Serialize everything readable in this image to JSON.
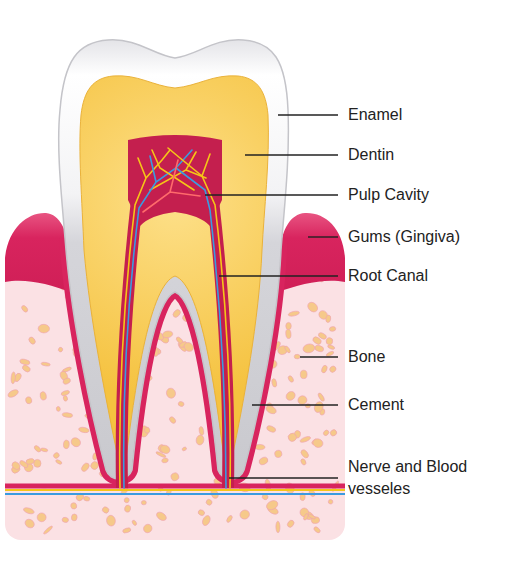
{
  "diagram": {
    "labels": [
      "Enamel",
      "Dentin",
      "Pulp Cavity",
      "Gums (Gingiva)",
      "Root Canal",
      "Bone",
      "Cement",
      "Nerve and Blood vesseles"
    ]
  }
}
